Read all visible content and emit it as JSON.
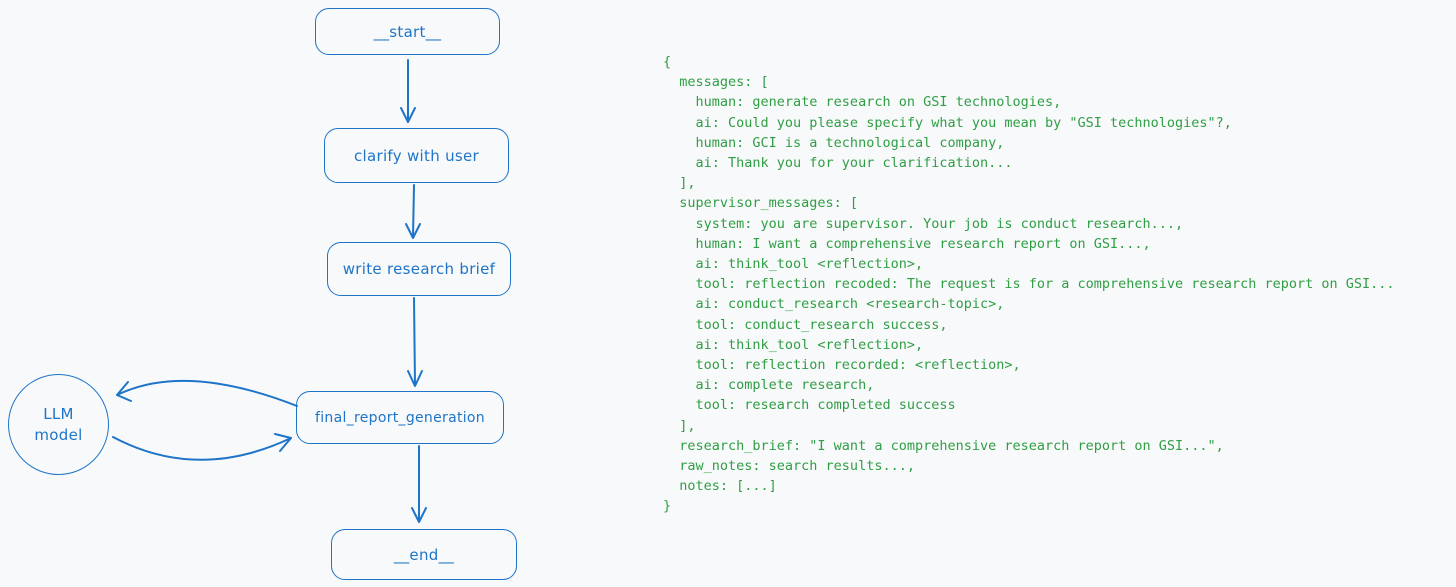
{
  "diagram": {
    "nodes": {
      "start": {
        "label": "__start__"
      },
      "clarify": {
        "label": "clarify with user"
      },
      "brief": {
        "label": "write research brief"
      },
      "final": {
        "label": "final_report_generation"
      },
      "end": {
        "label": "__end__"
      },
      "llm": {
        "label_line1": "LLM",
        "label_line2": "model"
      }
    },
    "edges": [
      {
        "from": "__start__",
        "to": "clarify with user"
      },
      {
        "from": "clarify with user",
        "to": "write research brief"
      },
      {
        "from": "write research brief",
        "to": "final_report_generation"
      },
      {
        "from": "final_report_generation",
        "to": "__end__"
      },
      {
        "from": "final_report_generation",
        "to": "LLM model"
      },
      {
        "from": "LLM model",
        "to": "final_report_generation"
      }
    ]
  },
  "state_json": {
    "lines": [
      "{",
      "  messages: [",
      "    human: generate research on GSI technologies,",
      "    ai: Could you please specify what you mean by \"GSI technologies\"?,",
      "    human: GCI is a technological company,",
      "    ai: Thank you for your clarification...",
      "  ],",
      "  supervisor_messages: [",
      "    system: you are supervisor. Your job is conduct research...,",
      "    human: I want a comprehensive research report on GSI...,",
      "    ai: think_tool <reflection>,",
      "    tool: reflection recoded: The request is for a comprehensive research report on GSI...",
      "    ai: conduct_research <research-topic>,",
      "    tool: conduct_research success,",
      "    ai: think_tool <reflection>,",
      "    tool: reflection recorded: <reflection>,",
      "    ai: complete research,",
      "    tool: research completed success",
      "  ],",
      "  research_brief: \"I want a comprehensive research report on GSI...\",",
      "  raw_notes: search results...,",
      "  notes: [...]",
      "}"
    ]
  },
  "colors": {
    "diagram_stroke": "#1e74c8",
    "state_text": "#2f9e44",
    "background": "#f8f9fa"
  }
}
